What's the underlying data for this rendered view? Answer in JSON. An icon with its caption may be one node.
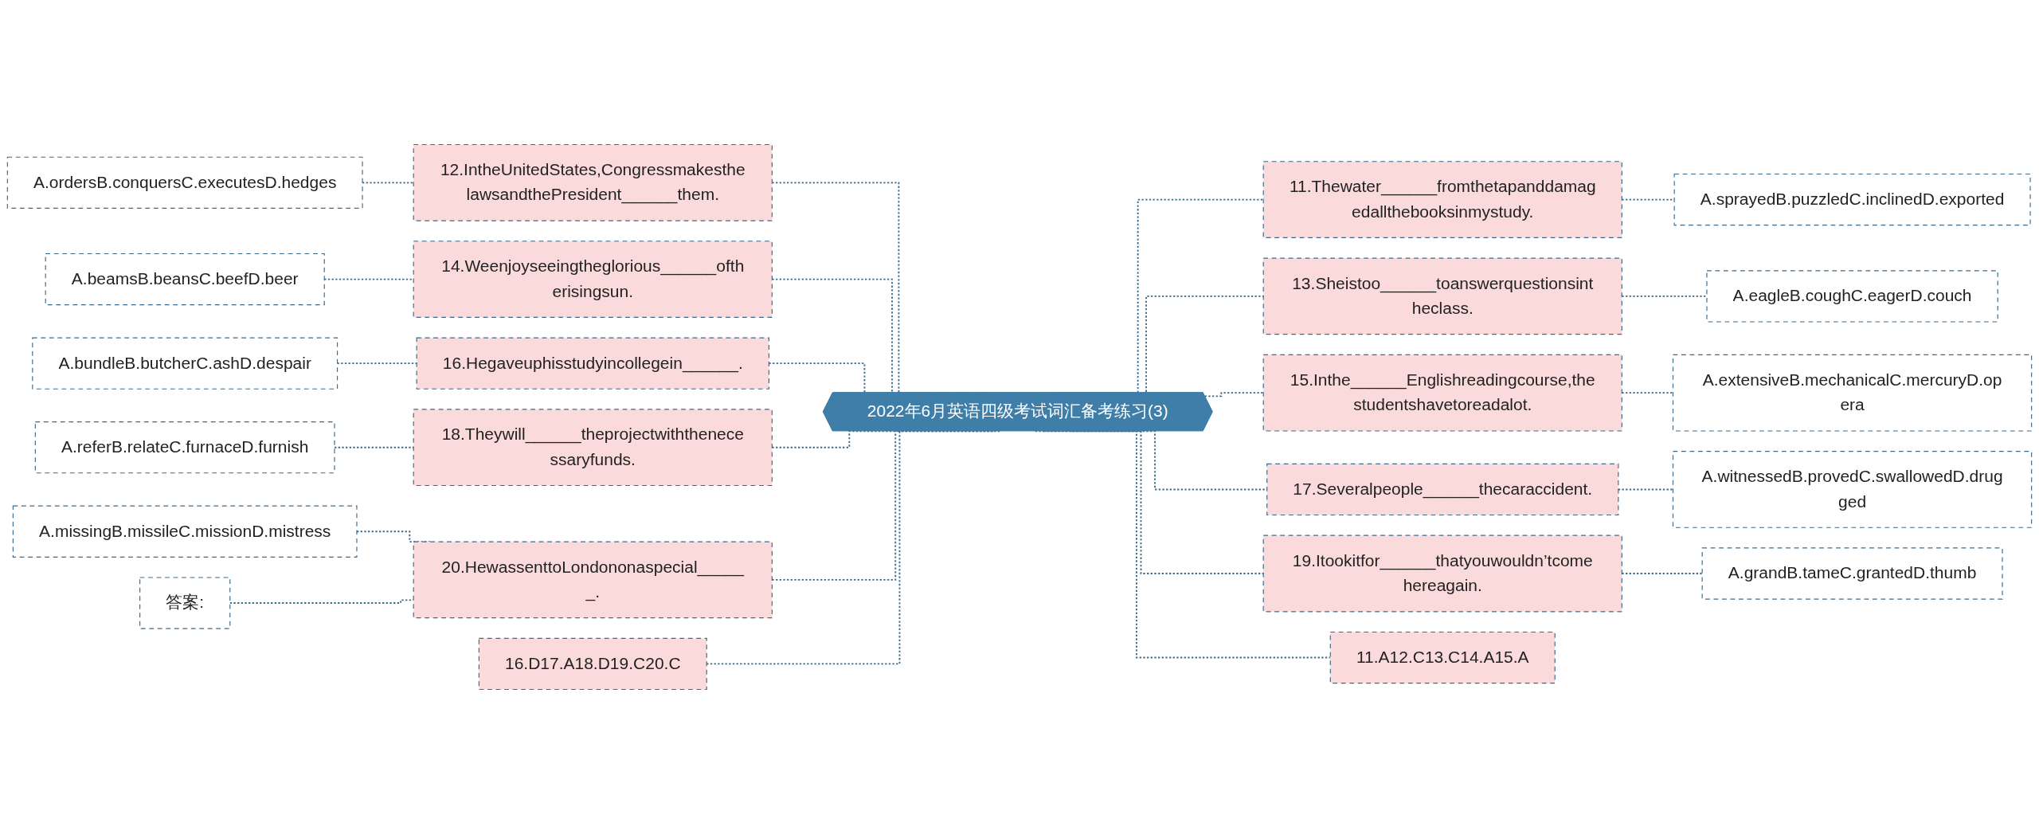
{
  "diagram": {
    "nodes": [
      {
        "text": [
          "2022年6月英语四级考试词汇备考练习(3)"
        ]
      },
      {
        "text": [
          "12.IntheUnitedStates,CongressmakesthelawsandthePresident______them."
        ]
      },
      {
        "text": [
          "A.ordersB.conquersC.executesD.hedges"
        ]
      },
      {
        "text": [
          "14.Weenjoyseeingtheglorious______oftherisingsun."
        ]
      },
      {
        "text": [
          "A.beamsB.beansC.beefD.beer"
        ]
      },
      {
        "text": [
          "16.Hegaveuphisstudyincollegein______."
        ]
      },
      {
        "text": [
          "A.bundleB.butcherC.ashD.despair"
        ]
      },
      {
        "text": [
          "18.Theywill______theprojectwiththenecessaryfunds."
        ]
      },
      {
        "text": [
          "A.referB.relateC.furnaceD.furnish"
        ]
      },
      {
        "text": [
          "20.HewassenttoLondononaspecial______."
        ]
      },
      {
        "text": [
          "A.missingB.missileC.missionD.mistress"
        ]
      },
      {
        "text": [
          "答案:"
        ]
      },
      {
        "text": [
          "16.D17.A18.D19.C20.C"
        ]
      },
      {
        "text": [
          "11.Thewater______fromthetapanddamagedallthebooksinmystudy."
        ]
      },
      {
        "text": [
          "A.sprayedB.puzzledC.inclinedD.exported"
        ]
      },
      {
        "text": [
          "13.Sheistoo______toanswerquestionsintheclass."
        ]
      },
      {
        "text": [
          "A.eagleB.coughC.eagerD.couch"
        ]
      },
      {
        "text": [
          "15.Inthe______Englishreadingcourse,thestudentshavetoreadalot."
        ]
      },
      {
        "text": [
          "A.extensiveB.mechanicalC.mercuryD.opera"
        ]
      },
      {
        "text": [
          "17.Severalpeople______thecaraccident."
        ]
      },
      {
        "text": [
          "A.witnessedB.provedC.swallowedD.drugged"
        ]
      },
      {
        "text": [
          "19.Itookitfor______thatyouwouldn’tcomehereagain."
        ]
      },
      {
        "text": [
          "A.grandB.tameC.grantedD.thumb"
        ]
      },
      {
        "text": [
          "11.A12.C13.C14.A15.A"
        ]
      }
    ],
    "edges": [
      {
        "from": 1,
        "to": 0,
        "arrow": "none",
        "style": "dashed"
      },
      {
        "from": 2,
        "to": 1,
        "arrow": "none",
        "style": "dashed"
      },
      {
        "from": 3,
        "to": 0,
        "arrow": "none",
        "style": "dashed"
      },
      {
        "from": 4,
        "to": 3,
        "arrow": "none",
        "style": "dashed"
      },
      {
        "from": 5,
        "to": 0,
        "arrow": "none",
        "style": "dashed"
      },
      {
        "from": 6,
        "to": 5,
        "arrow": "none",
        "style": "dashed"
      },
      {
        "from": 7,
        "to": 0,
        "arrow": "none",
        "style": "dashed"
      },
      {
        "from": 8,
        "to": 7,
        "arrow": "none",
        "style": "dashed"
      },
      {
        "from": 9,
        "to": 0,
        "arrow": "none",
        "style": "dashed"
      },
      {
        "from": 10,
        "to": 9,
        "arrow": "none",
        "style": "dashed"
      },
      {
        "from": 11,
        "to": 9,
        "arrow": "none",
        "style": "dashed"
      },
      {
        "from": 12,
        "to": 0,
        "arrow": "none",
        "style": "dashed"
      },
      {
        "from": 0,
        "to": 13,
        "arrow": "none",
        "style": "dashed"
      },
      {
        "from": 13,
        "to": 14,
        "arrow": "none",
        "style": "dashed"
      },
      {
        "from": 0,
        "to": 15,
        "arrow": "none",
        "style": "dashed"
      },
      {
        "from": 15,
        "to": 16,
        "arrow": "none",
        "style": "dashed"
      },
      {
        "from": 0,
        "to": 17,
        "arrow": "none",
        "style": "dashed"
      },
      {
        "from": 17,
        "to": 18,
        "arrow": "none",
        "style": "dashed"
      },
      {
        "from": 0,
        "to": 19,
        "arrow": "none",
        "style": "dashed"
      },
      {
        "from": 19,
        "to": 20,
        "arrow": "none",
        "style": "dashed"
      },
      {
        "from": 0,
        "to": 21,
        "arrow": "none",
        "style": "dashed"
      },
      {
        "from": 21,
        "to": 22,
        "arrow": "none",
        "style": "dashed"
      },
      {
        "from": 0,
        "to": 23,
        "arrow": "none",
        "style": "dashed"
      }
    ]
  }
}
